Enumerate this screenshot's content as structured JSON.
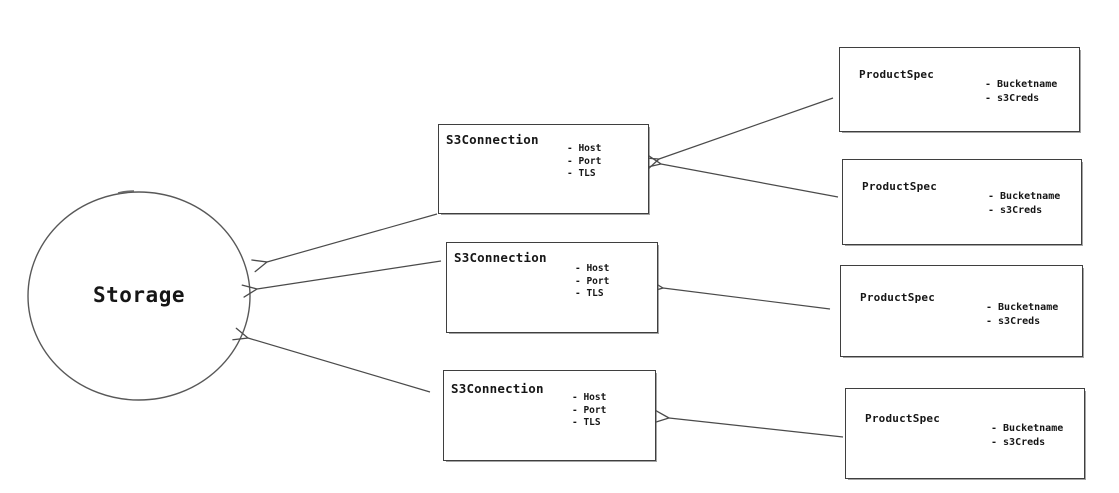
{
  "diagram": {
    "title": "Storage / S3Connection / ProductSpec diagram",
    "colors": {
      "background": "#ffffff",
      "shape_stroke": "#3f3f3f",
      "arrow_stroke": "#4a4a4a",
      "circle_stroke": "#585858",
      "text": "#161616"
    },
    "storage": {
      "label": "Storage"
    },
    "s3_connections": [
      {
        "title": "S3Connection",
        "attributes": [
          "- Host",
          "- Port",
          "- TLS"
        ]
      },
      {
        "title": "S3Connection",
        "attributes": [
          "- Host",
          "- Port",
          "- TLS"
        ]
      },
      {
        "title": "S3Connection",
        "attributes": [
          "- Host",
          "- Port",
          "- TLS"
        ]
      }
    ],
    "product_specs": [
      {
        "title": "ProductSpec",
        "attributes": [
          "- Bucketname",
          "- s3Creds"
        ]
      },
      {
        "title": "ProductSpec",
        "attributes": [
          "- Bucketname",
          "- s3Creds"
        ]
      },
      {
        "title": "ProductSpec",
        "attributes": [
          "- Bucketname",
          "- s3Creds"
        ]
      },
      {
        "title": "ProductSpec",
        "attributes": [
          "- Bucketname",
          "- s3Creds"
        ]
      }
    ],
    "edges": [
      {
        "from": "product-spec-1",
        "to": "s3-connection-1"
      },
      {
        "from": "product-spec-2",
        "to": "s3-connection-1"
      },
      {
        "from": "product-spec-3",
        "to": "s3-connection-2"
      },
      {
        "from": "product-spec-4",
        "to": "s3-connection-3"
      },
      {
        "from": "s3-connection-1",
        "to": "storage"
      },
      {
        "from": "s3-connection-2",
        "to": "storage"
      },
      {
        "from": "s3-connection-3",
        "to": "storage"
      }
    ]
  }
}
